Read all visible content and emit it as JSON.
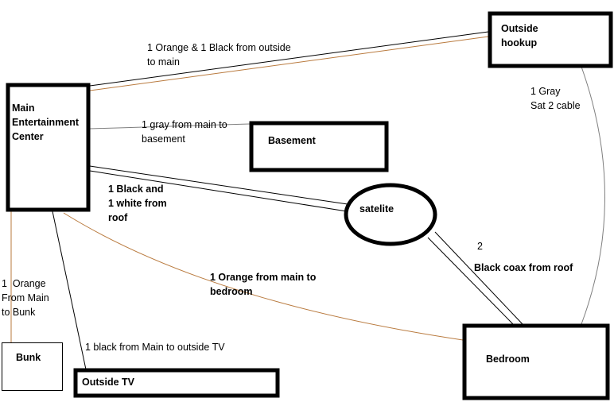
{
  "nodes": {
    "main": "Main\nEntertainment\nCenter",
    "outside_hookup": "Outside\nhookup",
    "basement": "Basement",
    "satellite": "satelite",
    "bedroom": "Bedroom",
    "bunk": "Bunk",
    "outside_tv": "Outside TV"
  },
  "cables": {
    "outside_to_main": "1 Orange & 1 Black from outside\nto main",
    "main_to_basement": "1 gray from main to\nbasement",
    "roof_to_main": "1 Black and\n1 white from\nroof",
    "hookup_to_bedroom": "1 Gray\nSat 2 cable",
    "satellite_to_bedroom_count": "2",
    "satellite_to_bedroom": "Black coax from roof",
    "main_to_bedroom": "1 Orange from main to\nbedroom",
    "main_to_bunk": "1  Orange\nFrom Main\nto Bunk",
    "main_to_outside_tv": "1 black from Main to outside TV"
  },
  "colors": {
    "black": "#000000",
    "orange": "#b97a3e",
    "gray": "#7f7f7f"
  }
}
